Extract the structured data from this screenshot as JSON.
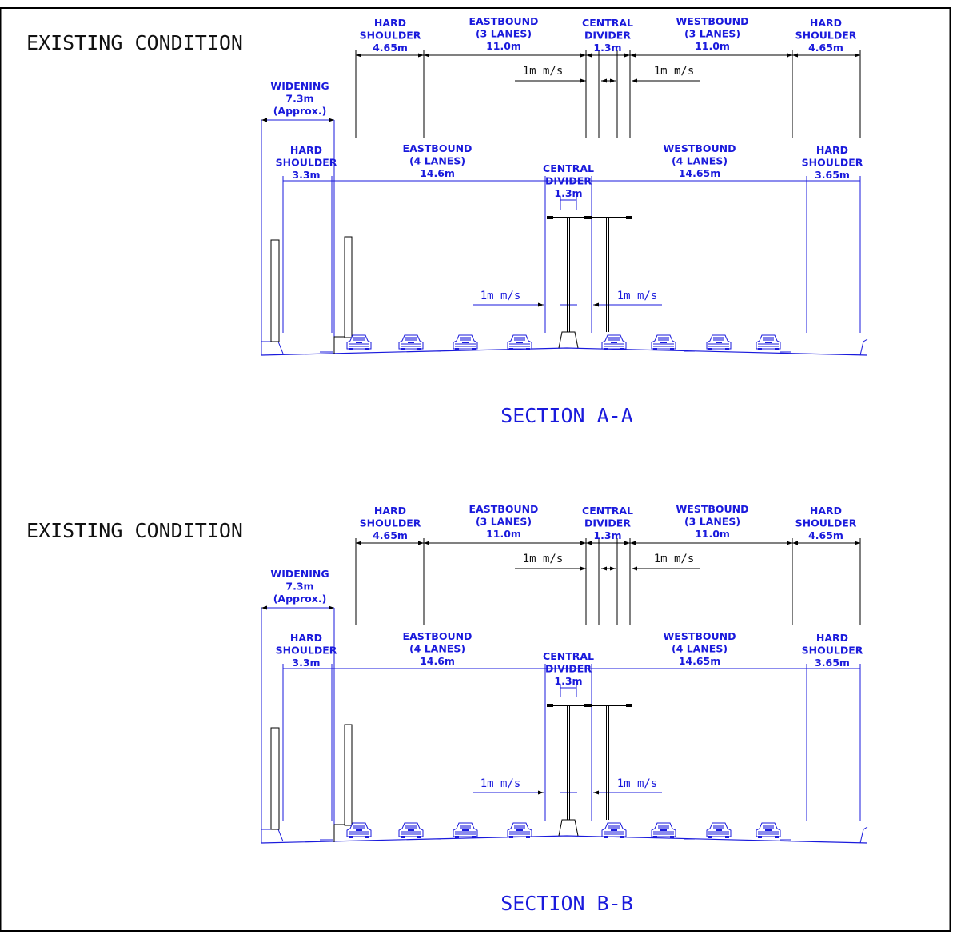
{
  "sections": [
    {
      "condition_label": "EXISTING CONDITION",
      "title": "SECTION A-A",
      "existing": {
        "hard_shoulder_left": [
          "HARD",
          "SHOULDER",
          "4.65m"
        ],
        "eastbound": [
          "EASTBOUND",
          "(3 LANES)",
          "11.0m"
        ],
        "central_divider": [
          "CENTRAL",
          "DIVIDER",
          "1.3m"
        ],
        "westbound": [
          "WESTBOUND",
          "(3 LANES)",
          "11.0m"
        ],
        "hard_shoulder_right": [
          "HARD",
          "SHOULDER",
          "4.65m"
        ],
        "ms_left": "1m m/s",
        "ms_right": "1m m/s"
      },
      "proposed": {
        "widening": [
          "WIDENING",
          "7.3m",
          "(Approx.)"
        ],
        "hard_shoulder_left": [
          "HARD",
          "SHOULDER",
          "3.3m"
        ],
        "eastbound": [
          "EASTBOUND",
          "(4 LANES)",
          "14.6m"
        ],
        "central_divider": [
          "CENTRAL",
          "DIVIDER",
          "1.3m"
        ],
        "westbound": [
          "WESTBOUND",
          "(4 LANES)",
          "14.65m"
        ],
        "hard_shoulder_right": [
          "HARD",
          "SHOULDER",
          "3.65m"
        ],
        "ms_left": "1m m/s",
        "ms_right": "1m m/s"
      }
    },
    {
      "condition_label": "EXISTING CONDITION",
      "title": "SECTION B-B",
      "existing": {
        "hard_shoulder_left": [
          "HARD",
          "SHOULDER",
          "4.65m"
        ],
        "eastbound": [
          "EASTBOUND",
          "(3 LANES)",
          "11.0m"
        ],
        "central_divider": [
          "CENTRAL",
          "DIVIDER",
          "1.3m"
        ],
        "westbound": [
          "WESTBOUND",
          "(3 LANES)",
          "11.0m"
        ],
        "hard_shoulder_right": [
          "HARD",
          "SHOULDER",
          "4.65m"
        ],
        "ms_left": "1m m/s",
        "ms_right": "1m m/s"
      },
      "proposed": {
        "widening": [
          "WIDENING",
          "7.3m",
          "(Approx.)"
        ],
        "hard_shoulder_left": [
          "HARD",
          "SHOULDER",
          "3.3m"
        ],
        "eastbound": [
          "EASTBOUND",
          "(4 LANES)",
          "14.6m"
        ],
        "central_divider": [
          "CENTRAL",
          "DIVIDER",
          "1.3m"
        ],
        "westbound": [
          "WESTBOUND",
          "(4 LANES)",
          "14.65m"
        ],
        "hard_shoulder_right": [
          "HARD",
          "SHOULDER",
          "3.65m"
        ],
        "ms_left": "1m m/s",
        "ms_right": "1m m/s"
      }
    }
  ],
  "colors": {
    "annotation": "#1a1adc",
    "linework": "#000000",
    "frame": "#000000"
  }
}
